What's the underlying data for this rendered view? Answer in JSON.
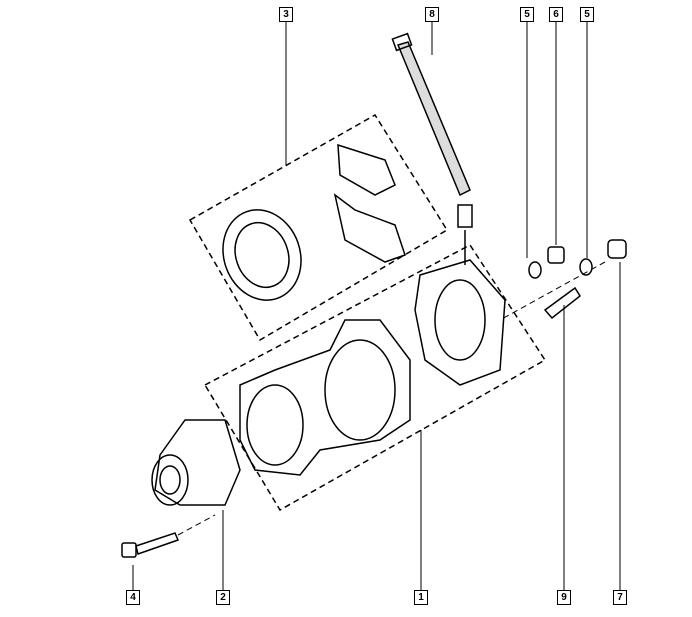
{
  "callouts": {
    "top": [
      "3",
      "8",
      "5",
      "6",
      "5"
    ],
    "bottom": [
      "4",
      "2",
      "1",
      "9",
      "7"
    ]
  }
}
